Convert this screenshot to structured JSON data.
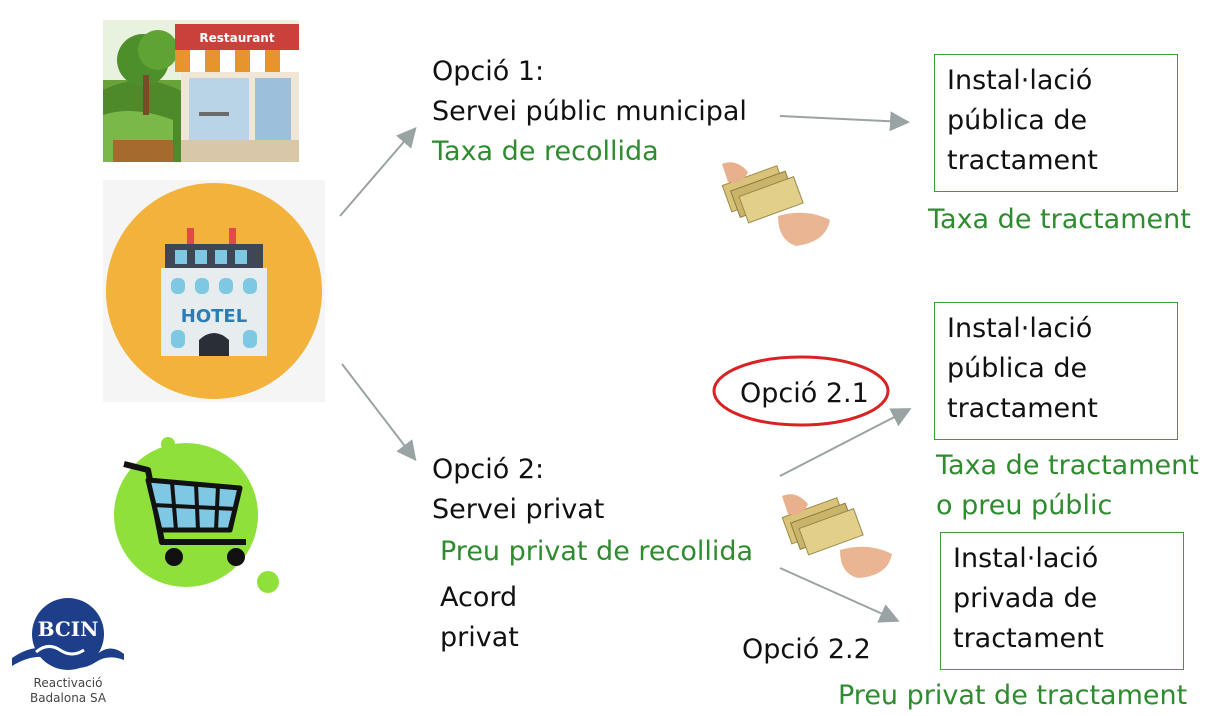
{
  "images": {
    "restaurant": {
      "icon": "restaurant-icon",
      "sign": "Restaurant"
    },
    "hotel": {
      "icon": "hotel-icon",
      "sign": "HOTEL"
    },
    "shop": {
      "icon": "shopping-cart-icon"
    },
    "payment": {
      "icon": "money-hand-icon"
    }
  },
  "option1": {
    "title": "Opció 1:",
    "subtitle": "Servei públic municipal",
    "fee": "Taxa de recollida"
  },
  "option2": {
    "title": "Opció 2:",
    "subtitle": "Servei privat",
    "fee": "Preu privat de recollida",
    "agreement_line1": "Acord",
    "agreement_line2": "privat"
  },
  "option21": {
    "label": "Opció 2.1"
  },
  "option22": {
    "label": "Opció 2.2"
  },
  "box1": {
    "lines": [
      "Instal·lació",
      "pública de",
      "tractament"
    ],
    "fee": "Taxa de tractament"
  },
  "box2": {
    "lines": [
      "Instal·lació",
      "pública de",
      "tractament"
    ],
    "fee_line1": "Taxa de tractament",
    "fee_line2": "o preu públic"
  },
  "box3": {
    "lines": [
      "Instal·lació",
      "privada de",
      "tractament"
    ],
    "fee": "Preu privat de tractament"
  },
  "logo": {
    "acronym": "BCIN",
    "line1": "Reactivació",
    "line2": "Badalona SA"
  },
  "colors": {
    "green_text": "#2e8b2e",
    "box_border": "#3f9a3f",
    "arrow": "#9aa3a3",
    "highlight_ellipse": "#d92323",
    "hotel_circle": "#f3b23c",
    "cart_circle": "#8fe03a"
  }
}
